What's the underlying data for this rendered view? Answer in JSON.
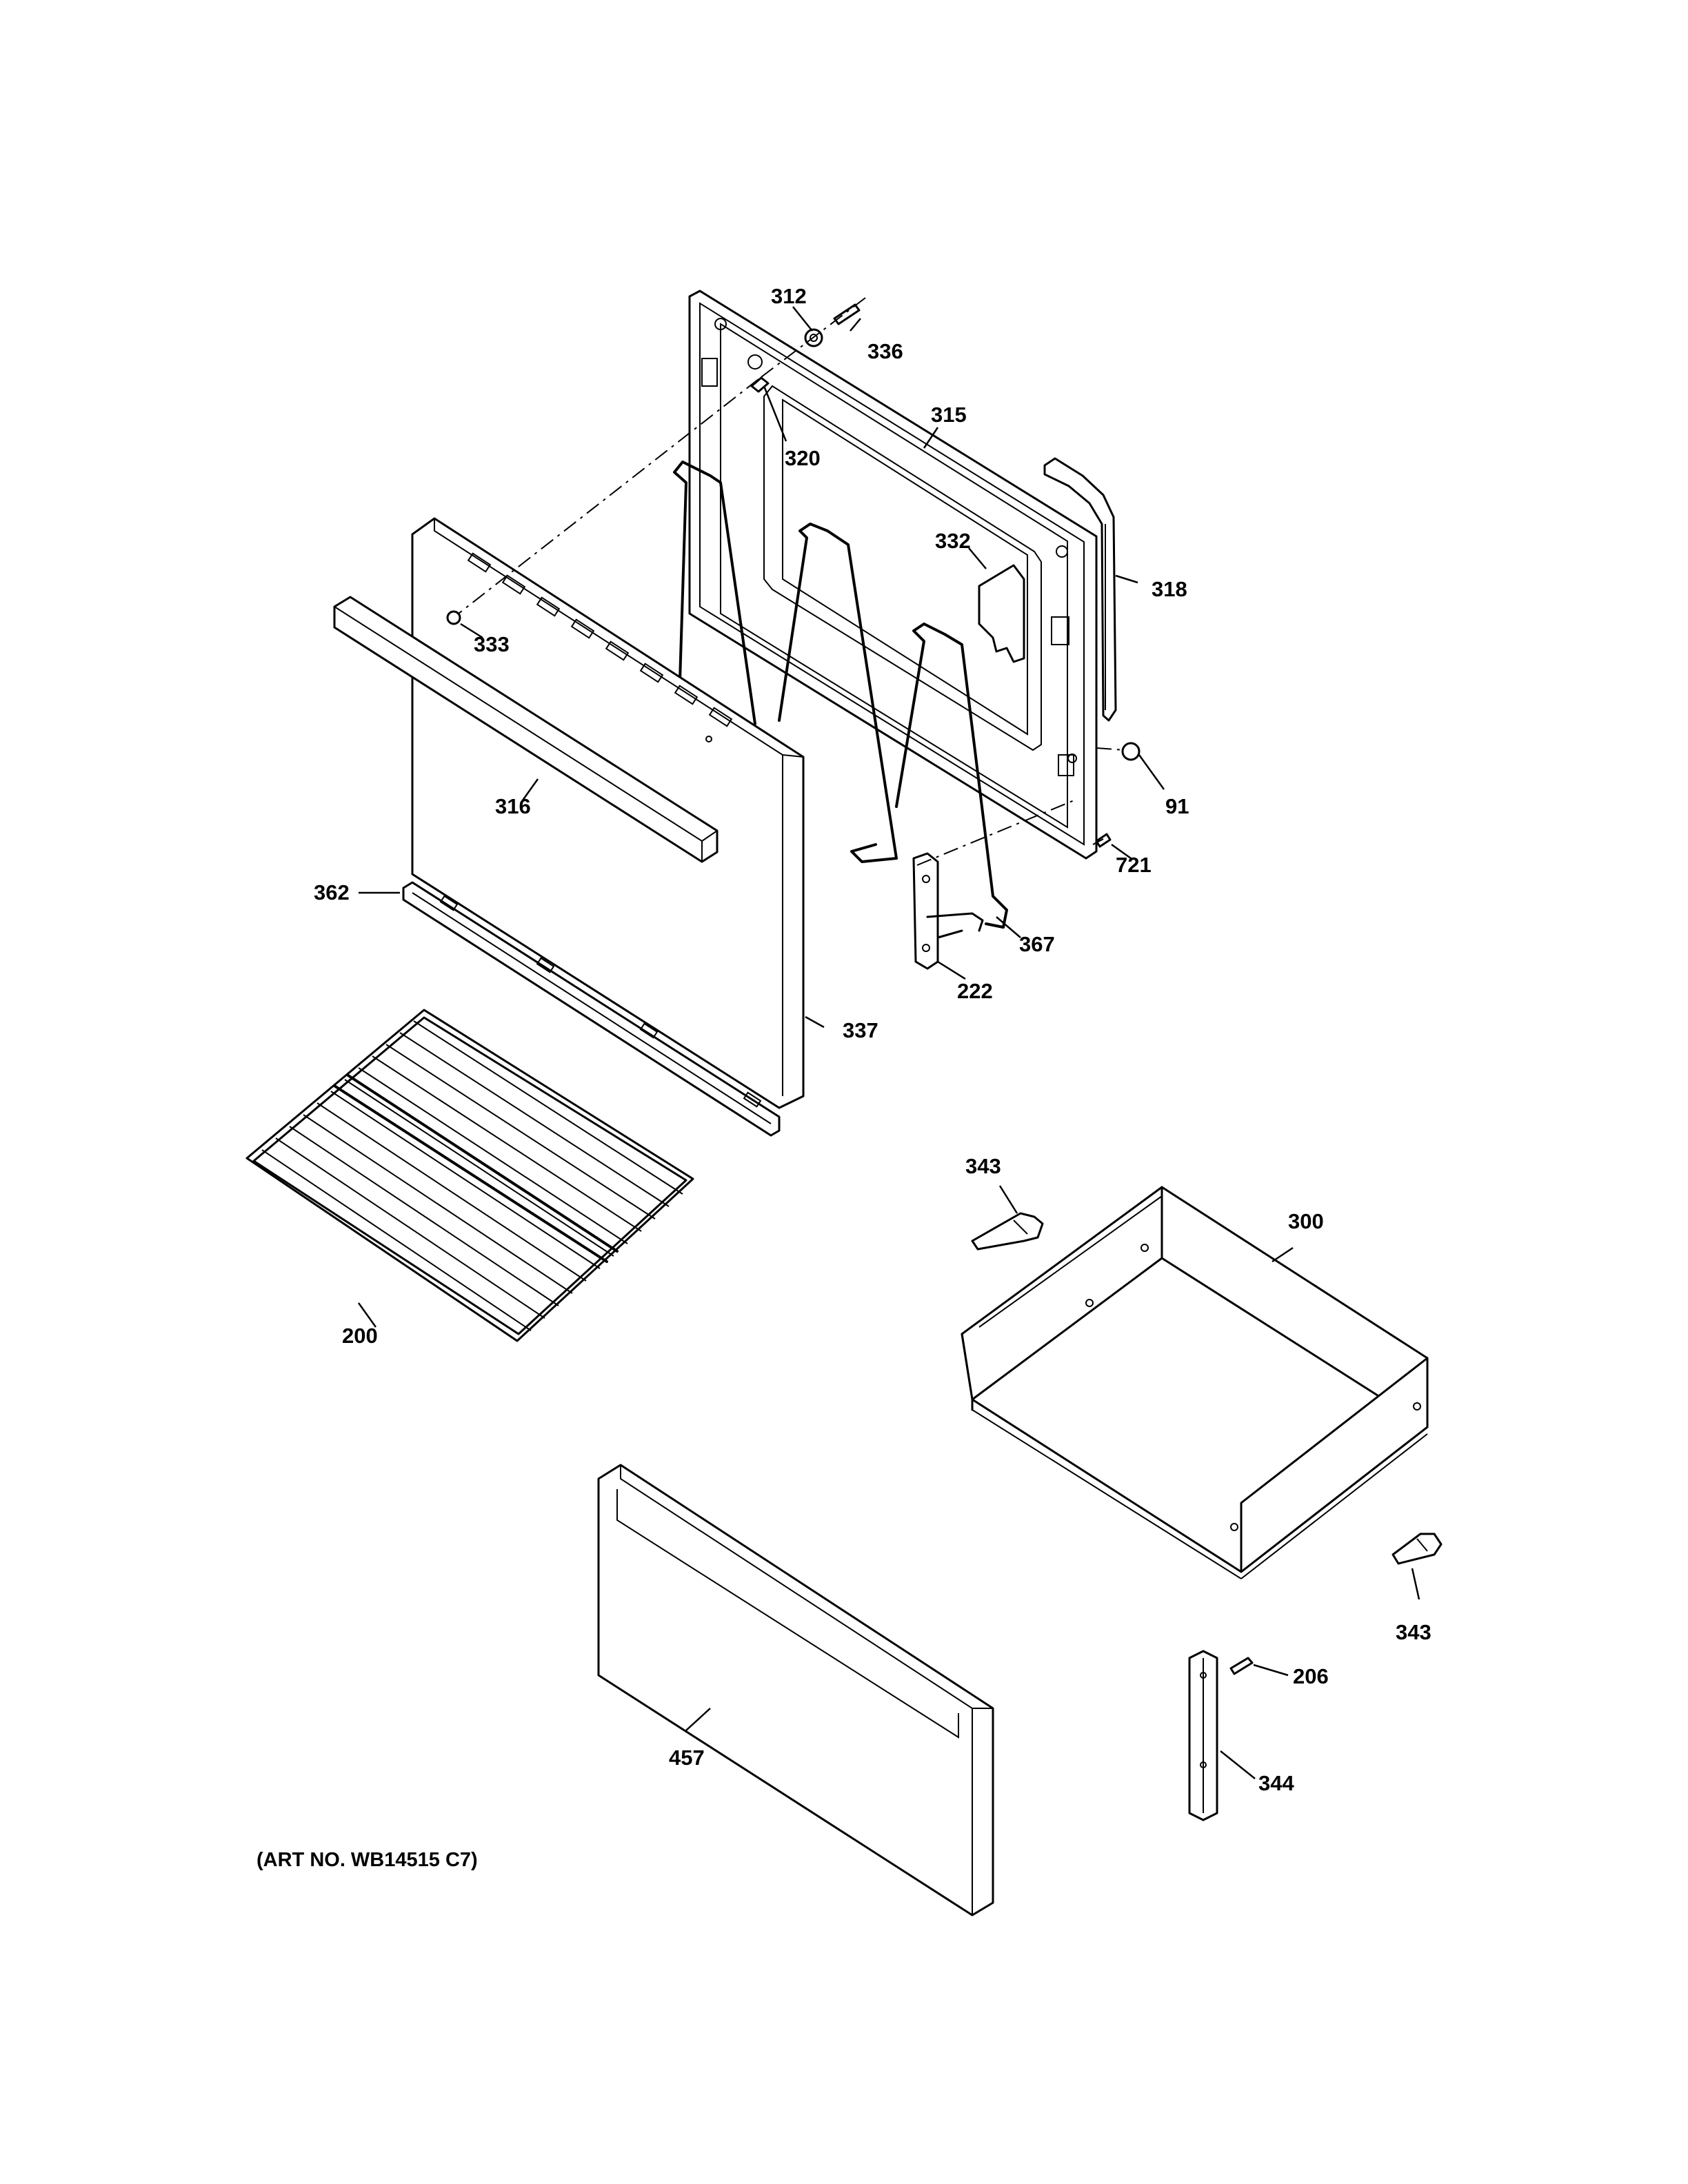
{
  "callouts": {
    "c312": "312",
    "c336": "336",
    "c315": "315",
    "c320": "320",
    "c332": "332",
    "c318": "318",
    "c333": "333",
    "c316": "316",
    "c91": "91",
    "c721": "721",
    "c362": "362",
    "c367": "367",
    "c222": "222",
    "c337": "337",
    "c343a": "343",
    "c300": "300",
    "c200": "200",
    "c343b": "343",
    "c206": "206",
    "c457": "457",
    "c344": "344"
  },
  "art_number": "(ART NO. WB14515 C7)"
}
